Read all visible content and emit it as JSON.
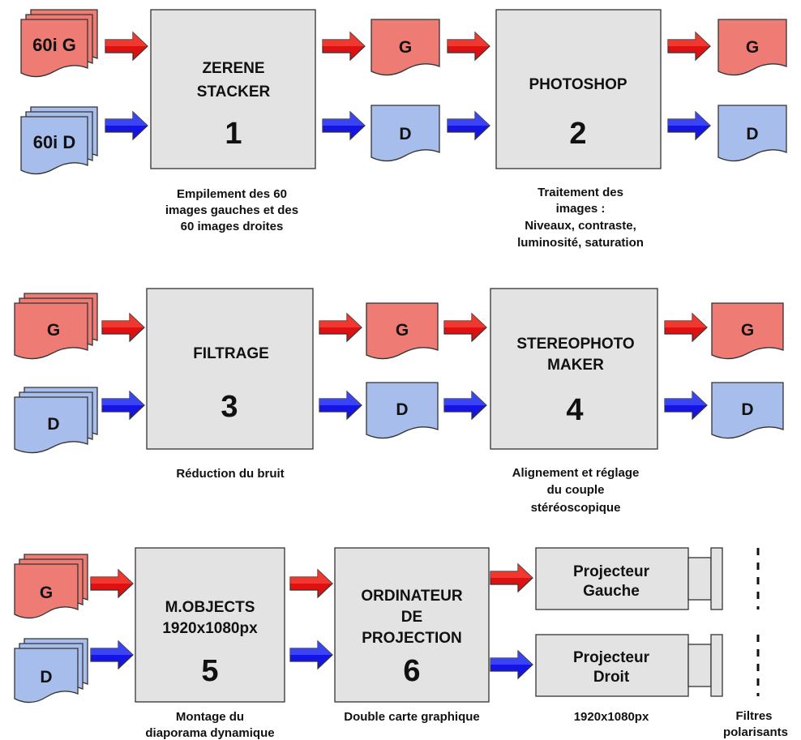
{
  "colors": {
    "red_fill": "#ee7b74",
    "red_arrow": "#e01010",
    "blue_fill": "#a7bdec",
    "blue_arrow": "#1414e6",
    "box_fill": "#e3e3e3"
  },
  "row1": {
    "input_g": "60i G",
    "input_d": "60i D",
    "step1": {
      "title_line1": "ZERENE",
      "title_line2": "STACKER",
      "number": "1",
      "caption_line1": "Empilement des 60",
      "caption_line2": "images gauches et des",
      "caption_line3": "60 images droites"
    },
    "mid_g": "G",
    "mid_d": "D",
    "step2": {
      "title_line1": "PHOTOSHOP",
      "number": "2",
      "caption_line1": "Traitement des",
      "caption_line2": "images :",
      "caption_line3": "Niveaux, contraste,",
      "caption_line4": "luminosité, saturation"
    },
    "out_g": "G",
    "out_d": "D"
  },
  "row2": {
    "input_g": "G",
    "input_d": "D",
    "step3": {
      "title_line1": "FILTRAGE",
      "number": "3",
      "caption_line1": "Réduction du bruit"
    },
    "mid_g": "G",
    "mid_d": "D",
    "step4": {
      "title_line1": "STEREOPHOTO",
      "title_line2": "MAKER",
      "number": "4",
      "caption_line1": "Alignement et réglage",
      "caption_line2": "du couple",
      "caption_line3": "stéréoscopique"
    },
    "out_g": "G",
    "out_d": "D"
  },
  "row3": {
    "input_g": "G",
    "input_d": "D",
    "step5": {
      "title_line1": "M.OBJECTS",
      "title_line2": "1920x1080px",
      "number": "5",
      "caption_line1": "Montage du",
      "caption_line2": "diaporama dynamique"
    },
    "step6": {
      "title_line1": "ORDINATEUR",
      "title_line2": "DE",
      "title_line3": "PROJECTION",
      "number": "6",
      "caption_line1": "Double carte graphique"
    },
    "projector_left": {
      "line1": "Projecteur",
      "line2": "Gauche"
    },
    "projector_right": {
      "line1": "Projecteur",
      "line2": "Droit"
    },
    "projector_caption": "1920x1080px",
    "filters_line1": "Filtres",
    "filters_line2": "polarisants"
  }
}
